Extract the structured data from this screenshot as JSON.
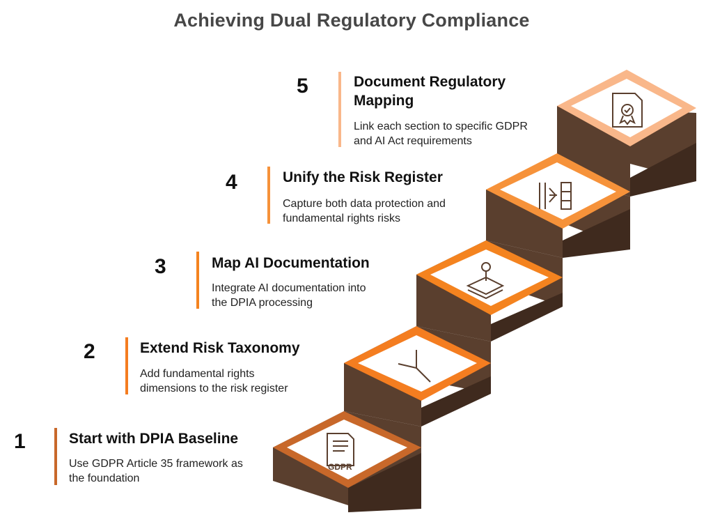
{
  "title": "Achieving Dual Regulatory Compliance",
  "colors": {
    "riser": "#5a3f2e",
    "riser_dark": "#3f2a1e",
    "step1": "#c8682a",
    "step2": "#f47d20",
    "step3": "#f4831f",
    "step4": "#f6923a",
    "step5": "#f9b78a"
  },
  "steps": [
    {
      "number": "1",
      "heading": "Start with DPIA Baseline",
      "description": [
        "Use GDPR Article 35 framework as",
        "the foundation"
      ],
      "icon": "gdpr-document-icon",
      "icon_text": "GDPR"
    },
    {
      "number": "2",
      "heading": "Extend Risk Taxonomy",
      "description": [
        "Add fundamental rights",
        "dimensions to the risk register"
      ],
      "icon": "branch-icon"
    },
    {
      "number": "3",
      "heading": "Map AI Documentation",
      "description": [
        "Integrate AI documentation into",
        "the DPIA processing"
      ],
      "icon": "map-pin-layers-icon"
    },
    {
      "number": "4",
      "heading": "Unify the Risk Register",
      "description": [
        "Capture both data protection and",
        "fundamental rights risks"
      ],
      "icon": "merge-arrows-icon"
    },
    {
      "number": "5",
      "heading": "Document Regulatory Mapping",
      "description": [
        "Link each section to specific GDPR",
        "and AI Act requirements"
      ],
      "icon": "certificate-icon"
    }
  ]
}
